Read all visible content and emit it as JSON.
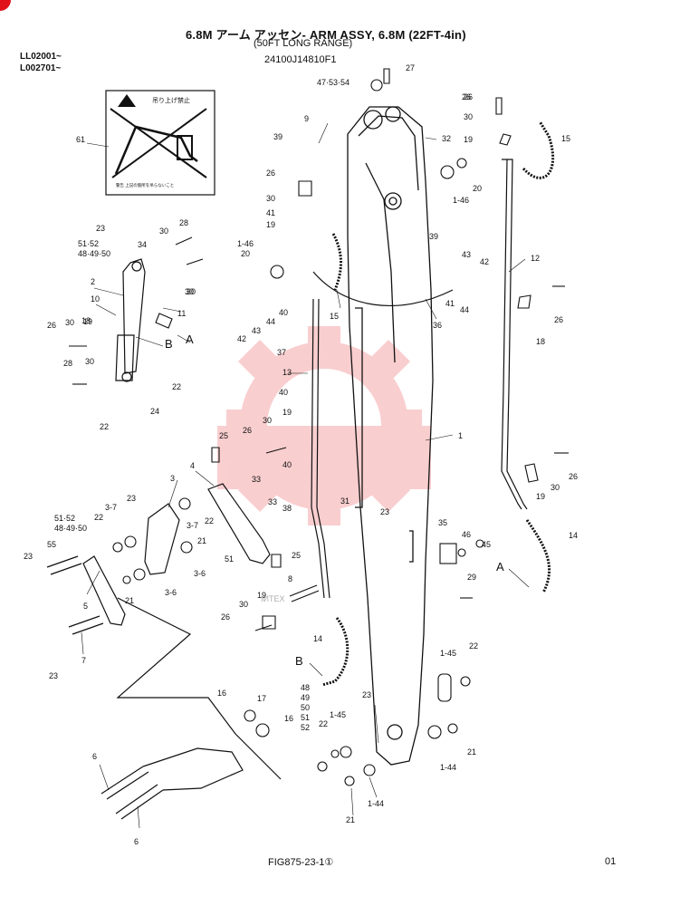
{
  "header": {
    "title": "6.8M アーム アッセン- ARM ASSY, 6.8M (22FT-4in)",
    "subtitle": "(50FT LONG RANGE)",
    "part_number": "24100J14810F1",
    "serials": [
      "LL02001~",
      "L002701~"
    ]
  },
  "footer": {
    "figure": "FIG875-23-1①",
    "page": "01"
  },
  "warning_label": {
    "text": "吊り上げ禁止",
    "small_text": "警告 上記の箇所を吊らないこと"
  },
  "watermark": {
    "text": "IИTEX",
    "color": "#e8262b"
  },
  "callouts": [
    {
      "label": "27"
    },
    {
      "label": "47·53·54"
    },
    {
      "label": "26"
    },
    {
      "label": "30"
    },
    {
      "label": "19"
    },
    {
      "label": "15"
    },
    {
      "label": "9"
    },
    {
      "label": "32"
    },
    {
      "label": "39"
    },
    {
      "label": "26"
    },
    {
      "label": "20"
    },
    {
      "label": "1-46"
    },
    {
      "label": "30"
    },
    {
      "label": "41"
    },
    {
      "label": "19"
    },
    {
      "label": "39"
    },
    {
      "label": "61"
    },
    {
      "label": "23"
    },
    {
      "label": "28"
    },
    {
      "label": "51·52"
    },
    {
      "label": "48·49·50"
    },
    {
      "label": "34"
    },
    {
      "label": "30"
    },
    {
      "label": "1-46"
    },
    {
      "label": "20"
    },
    {
      "label": "43"
    },
    {
      "label": "42"
    },
    {
      "label": "12"
    },
    {
      "label": "26"
    },
    {
      "label": "30"
    },
    {
      "label": "18"
    },
    {
      "label": "30"
    },
    {
      "label": "2"
    },
    {
      "label": "11"
    },
    {
      "label": "41"
    },
    {
      "label": "44"
    },
    {
      "label": "10"
    },
    {
      "label": "A"
    },
    {
      "label": "15"
    },
    {
      "label": "26"
    },
    {
      "label": "30"
    },
    {
      "label": "19"
    },
    {
      "label": "26"
    },
    {
      "label": "18"
    },
    {
      "label": "40"
    },
    {
      "label": "44"
    },
    {
      "label": "36"
    },
    {
      "label": "43"
    },
    {
      "label": "42"
    },
    {
      "label": "B"
    },
    {
      "label": "37"
    },
    {
      "label": "28"
    },
    {
      "label": "30"
    },
    {
      "label": "13"
    },
    {
      "label": "22"
    },
    {
      "label": "40"
    },
    {
      "label": "24"
    },
    {
      "label": "22"
    },
    {
      "label": "19"
    },
    {
      "label": "1"
    },
    {
      "label": "26"
    },
    {
      "label": "30"
    },
    {
      "label": "25"
    },
    {
      "label": "40"
    },
    {
      "label": "4"
    },
    {
      "label": "26"
    },
    {
      "label": "30"
    },
    {
      "label": "3"
    },
    {
      "label": "33"
    },
    {
      "label": "19"
    },
    {
      "label": "33"
    },
    {
      "label": "38"
    },
    {
      "label": "23"
    },
    {
      "label": "23"
    },
    {
      "label": "3-7"
    },
    {
      "label": "22"
    },
    {
      "label": "51·52"
    },
    {
      "label": "22"
    },
    {
      "label": "31"
    },
    {
      "label": "48·49·50"
    },
    {
      "label": "3-7"
    },
    {
      "label": "35"
    },
    {
      "label": "46"
    },
    {
      "label": "45"
    },
    {
      "label": "21"
    },
    {
      "label": "51"
    },
    {
      "label": "14"
    },
    {
      "label": "23"
    },
    {
      "label": "55"
    },
    {
      "label": "25"
    },
    {
      "label": "3-6"
    },
    {
      "label": "A"
    },
    {
      "label": "8"
    },
    {
      "label": "29"
    },
    {
      "label": "3-6"
    },
    {
      "label": "21"
    },
    {
      "label": "5"
    },
    {
      "label": "19"
    },
    {
      "label": "30"
    },
    {
      "label": "26"
    },
    {
      "label": "14"
    },
    {
      "label": "7"
    },
    {
      "label": "23"
    },
    {
      "label": "1-45"
    },
    {
      "label": "22"
    },
    {
      "label": "B"
    },
    {
      "label": "48"
    },
    {
      "label": "49"
    },
    {
      "label": "50"
    },
    {
      "label": "51"
    },
    {
      "label": "52"
    },
    {
      "label": "16"
    },
    {
      "label": "17"
    },
    {
      "label": "16"
    },
    {
      "label": "1-45"
    },
    {
      "label": "23"
    },
    {
      "label": "22"
    },
    {
      "label": "21"
    },
    {
      "label": "1-44"
    },
    {
      "label": "6"
    },
    {
      "label": "1-44"
    },
    {
      "label": "21"
    },
    {
      "label": "6"
    }
  ]
}
